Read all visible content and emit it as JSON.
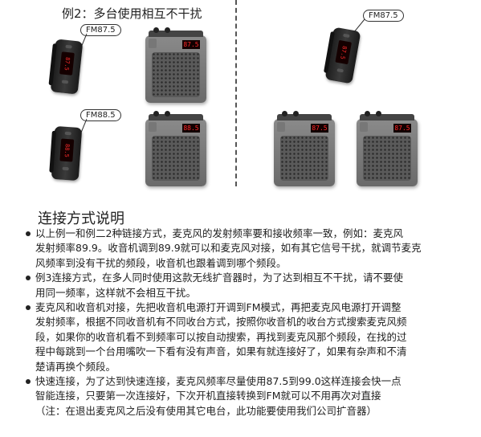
{
  "example": {
    "title": "例2：多台使用相互不干扰"
  },
  "left_panel": {
    "mic1": {
      "callout": "FM87.5",
      "display": "87.5"
    },
    "mic2": {
      "callout": "FM88.5",
      "display": "88.5"
    },
    "amp1": {
      "display": "87.5"
    },
    "amp2": {
      "display": "88.5"
    }
  },
  "right_panel": {
    "mic": {
      "callout": "FM87.5",
      "display": "87.5"
    },
    "amp1": {
      "display": "87.5"
    },
    "amp2": {
      "display": "87.5"
    }
  },
  "section": {
    "title": "连接方式说明",
    "bullets": [
      {
        "lines": [
          "以上例一和例二2种链接方式，麦克风的发射频率要和接收频率一致，例如：麦克风",
          "发射频率89.9。收音机调到89.9就可以和麦克风对接，如有其它信号干扰，就调节麦克",
          "风频率到没有干扰的频段，收音机也跟着调到哪个频段。"
        ]
      },
      {
        "lines": [
          "例3连接方式，在多人同时使用这款无线扩音器时，为了达到相互不干扰，请不要使",
          "用同一频率，这样就不会相互干扰。"
        ]
      },
      {
        "lines": [
          "麦克风和收音机对接，先把收音机电源打开调到FM模式，再把麦克风电源打开调整",
          "发射频率，根据不同收音机有不同收台方式，按照你收音机的收台方式搜索麦克风频",
          "段，如果你的收音机看不到频率可以按自动搜索，再找到麦克风那个频段，在找的过",
          "程中每跳到一个台用嘴吹一下看有没有声音，如果有就连接好了，如果有杂声和不清",
          "楚请再换个频段。"
        ]
      },
      {
        "lines": [
          "快速连接，为了达到快速连接，麦克风频率尽量使用87.5到99.0这样连接会快一点",
          "智能连接，只要第一次连接好，下次开机直接转换到FM就可以不用再次对直接"
        ]
      }
    ],
    "note": "（注：在退出麦克风之后没有使用其它电台，此功能要使用我们公司扩音器）"
  }
}
